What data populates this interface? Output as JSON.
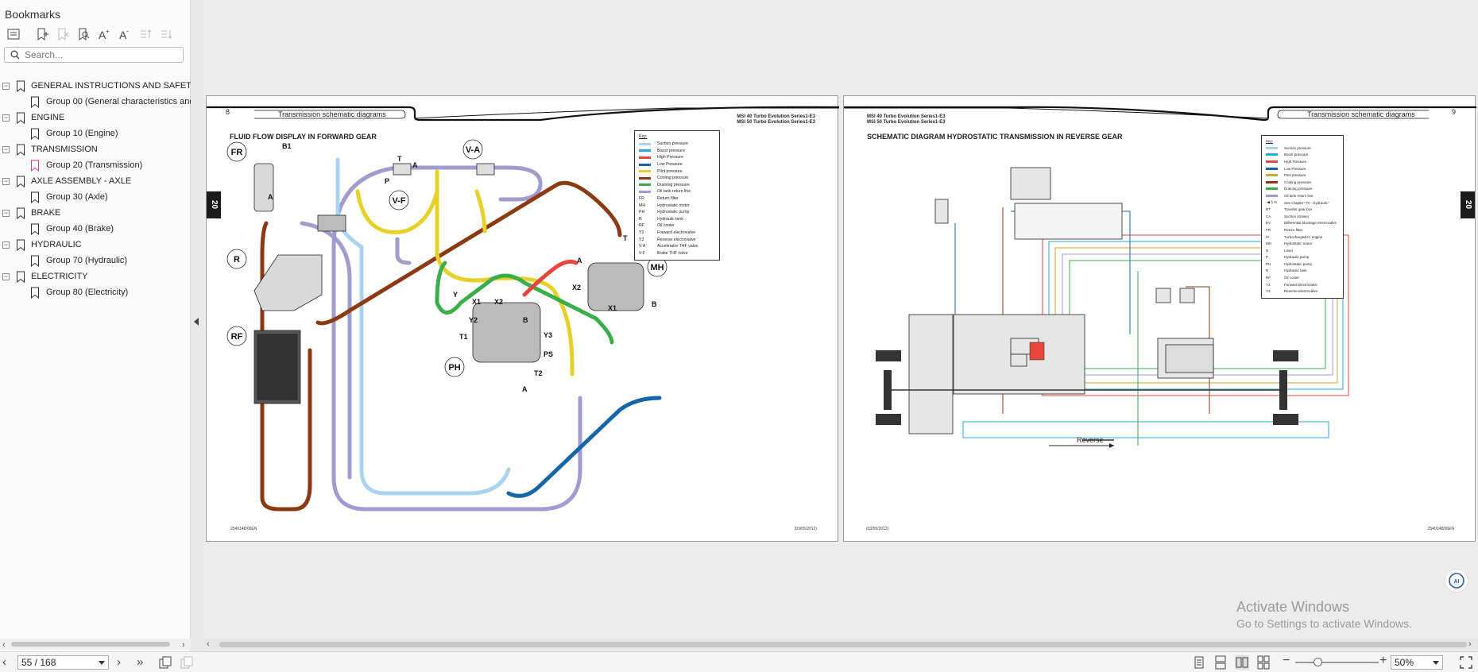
{
  "sidebar": {
    "title": "Bookmarks",
    "search_placeholder": "Search...",
    "tree": [
      {
        "label": "GENERAL INSTRUCTIONS AND SAFETY NOTICES",
        "level": 0
      },
      {
        "label": "Group 00 (General characteristics and safety)",
        "level": 1
      },
      {
        "label": "ENGINE",
        "level": 0
      },
      {
        "label": "Group 10 (Engine)",
        "level": 1
      },
      {
        "label": "TRANSMISSION",
        "level": 0
      },
      {
        "label": "Group 20 (Transmission)",
        "level": 1,
        "selected": true
      },
      {
        "label": "AXLE ASSEMBLY - AXLE",
        "level": 0
      },
      {
        "label": "Group 30 (Axle)",
        "level": 1
      },
      {
        "label": "BRAKE",
        "level": 0
      },
      {
        "label": "Group 40 (Brake)",
        "level": 1
      },
      {
        "label": "HYDRAULIC",
        "level": 0
      },
      {
        "label": "Group 70 (Hydraulic)",
        "level": 1
      },
      {
        "label": "ELECTRICITY",
        "level": 0
      },
      {
        "label": "Group 80 (Electricity)",
        "level": 1
      }
    ]
  },
  "left_page": {
    "page_number": "8",
    "section": "Transmission schematic diagrams",
    "model_1": "MSI 40 Turbo Evolution Series1-E3",
    "model_2": "MSI 50 Turbo Evolution Series1-E3",
    "diagram_title": "FLUID FLOW DISPLAY IN FORWARD GEAR",
    "tab": "20",
    "footer_left": "2540148/06EN",
    "footer_right": "(03/05/2012)",
    "callouts": [
      "FR",
      "B1",
      "A",
      "R",
      "RF",
      "V-A",
      "V-F",
      "P",
      "T",
      "A",
      "MH",
      "T",
      "A",
      "X2",
      "Y",
      "X1",
      "X2",
      "Y2",
      "B",
      "Y3",
      "T1",
      "PS",
      "PH",
      "T2",
      "A",
      "X1",
      "B"
    ],
    "legend": {
      "title": "Key:",
      "rows": [
        {
          "color": "#a9d3ee",
          "text": "Suction pressure"
        },
        {
          "color": "#2aa7df",
          "text": "Boost pressure"
        },
        {
          "color": "#e8463c",
          "text": "High Pressure"
        },
        {
          "color": "#1565a8",
          "text": "Low Pressure"
        },
        {
          "color": "#e6d02a",
          "text": "Pilot pressure"
        },
        {
          "color": "#8b3a12",
          "text": "Cooling pressure"
        },
        {
          "color": "#3aae4a",
          "text": "Draining pressure"
        },
        {
          "color": "#9f9ccf",
          "text": "Oil tank return line"
        },
        {
          "abbr": "FR",
          "text": "Return filter"
        },
        {
          "abbr": "MH",
          "text": "Hydrostatic motor"
        },
        {
          "abbr": "PH",
          "text": "Hydrostatic pump"
        },
        {
          "abbr": "R",
          "text": "Hydraulic tank"
        },
        {
          "abbr": "RF",
          "text": "Oil cooler"
        },
        {
          "abbr": "Y2",
          "text": "Forward electrovalve"
        },
        {
          "abbr": "Y3",
          "text": "Reverse electrovalve"
        },
        {
          "abbr": "V-A",
          "text": "Accelerator THF valve"
        },
        {
          "abbr": "V-F",
          "text": "Brake THF valve"
        }
      ]
    }
  },
  "right_page": {
    "page_number": "9",
    "section": "Transmission schematic diagrams",
    "model_1": "MSI 40 Turbo Evolution Series1-E3",
    "model_2": "MSI 50 Turbo Evolution Series1-E3",
    "diagram_title": "SCHEMATIC DIAGRAM HYDROSTATIC TRANSMISSION IN REVERSE GEAR",
    "tab": "20",
    "footer_left": "(03/05/2012)",
    "footer_right": "2540148/06EN",
    "direction_label": "Reverse",
    "legend": {
      "title": "Key:",
      "rows": [
        {
          "color": "#a9d3ee",
          "text": "Suction pressure"
        },
        {
          "color": "#2aa7df",
          "text": "Boost pressure"
        },
        {
          "color": "#e8463c",
          "text": "High Pressure"
        },
        {
          "color": "#1565a8",
          "text": "Low Pressure"
        },
        {
          "color": "#c7a92a",
          "text": "Pilot pressure"
        },
        {
          "color": "#8b3a12",
          "text": "Cooling pressure"
        },
        {
          "color": "#3aae4a",
          "text": "Draining pressure"
        },
        {
          "color": "#9f9ccf",
          "text": "Oil tank return line"
        },
        {
          "abbr": "-◀ § %",
          "text": "See chapter \"70 - Hydraulic\""
        },
        {
          "abbr": "BT",
          "text": "Transfer gear box"
        },
        {
          "abbr": "CA",
          "text": "Suction strainer"
        },
        {
          "abbr": "EV",
          "text": "Differential blockage electrovalve"
        },
        {
          "abbr": "FR",
          "text": "Return filter"
        },
        {
          "abbr": "M",
          "text": "Turbocharged IC engine"
        },
        {
          "abbr": "MH",
          "text": "Hydrostatic motor"
        },
        {
          "abbr": "N",
          "text": "Level"
        },
        {
          "abbr": "P",
          "text": "Hydraulic pump"
        },
        {
          "abbr": "PH",
          "text": "Hydrostatic pump"
        },
        {
          "abbr": "R",
          "text": "Hydraulic tank"
        },
        {
          "abbr": "RF",
          "text": "Oil cooler"
        },
        {
          "abbr": "Y2",
          "text": "Forward electrovalve"
        },
        {
          "abbr": "Y3",
          "text": "Reverse electrovalve"
        }
      ]
    }
  },
  "statusbar": {
    "page_indicator": "55 / 168",
    "zoom": "50%",
    "zoom_fraction": 0.28
  },
  "watermark": {
    "line1": "Activate Windows",
    "line2": "Go to Settings to activate Windows."
  }
}
